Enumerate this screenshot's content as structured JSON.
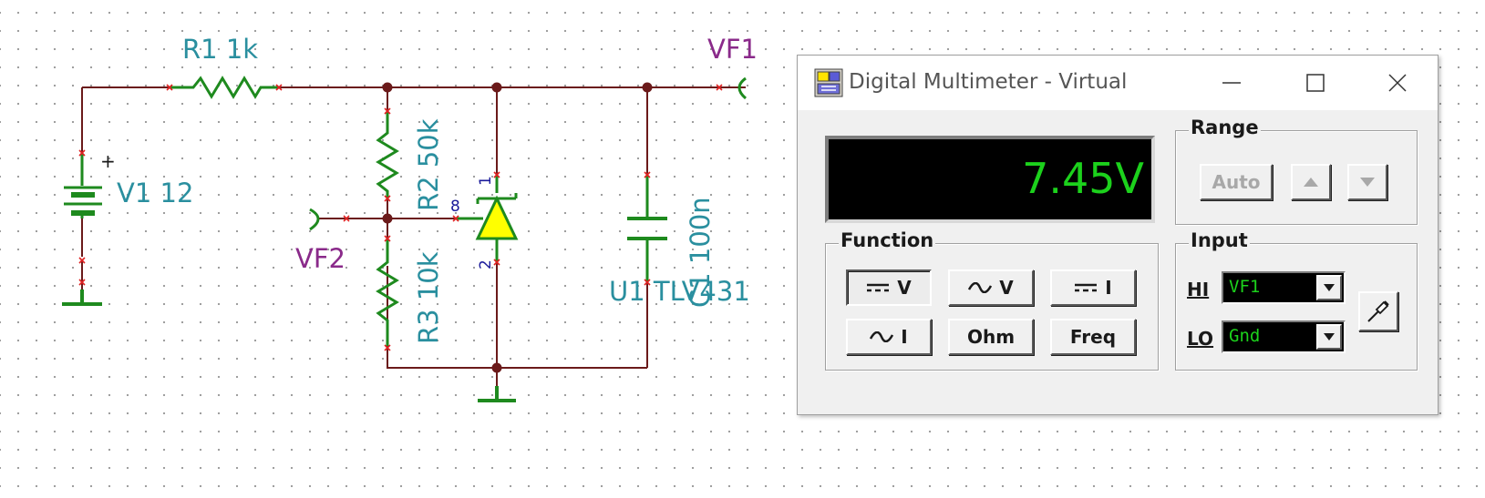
{
  "schematic": {
    "labels": {
      "r1": "R1 1k",
      "v1": "V1 12",
      "v1_plus": "+",
      "r2": "R2 50k",
      "r3": "R3 10k",
      "c1": "C1 100n",
      "u1": "U1 TLV431",
      "vf1": "VF1",
      "vf2": "VF2",
      "pin1": "1",
      "pin8": "8",
      "pin2": "2"
    }
  },
  "multimeter": {
    "title": "Digital Multimeter - Virtual",
    "display_value": "7.45V",
    "range": {
      "title": "Range",
      "auto_label": "Auto"
    },
    "function": {
      "title": "Function",
      "dcv": "V",
      "acv": "V",
      "dci": "I",
      "aci": "I",
      "ohm": "Ohm",
      "freq": "Freq",
      "active": "dcv"
    },
    "input": {
      "title": "Input",
      "hi_label": "HI",
      "hi_value": "VF1",
      "lo_label": "LO",
      "lo_value": "Gnd"
    }
  },
  "colors": {
    "wire": "#6b1a1a",
    "component": "#1e8a1e",
    "lcd_text": "#1cd11c",
    "label_teal": "#2a8f9f",
    "label_purple": "#8a2a8a"
  }
}
